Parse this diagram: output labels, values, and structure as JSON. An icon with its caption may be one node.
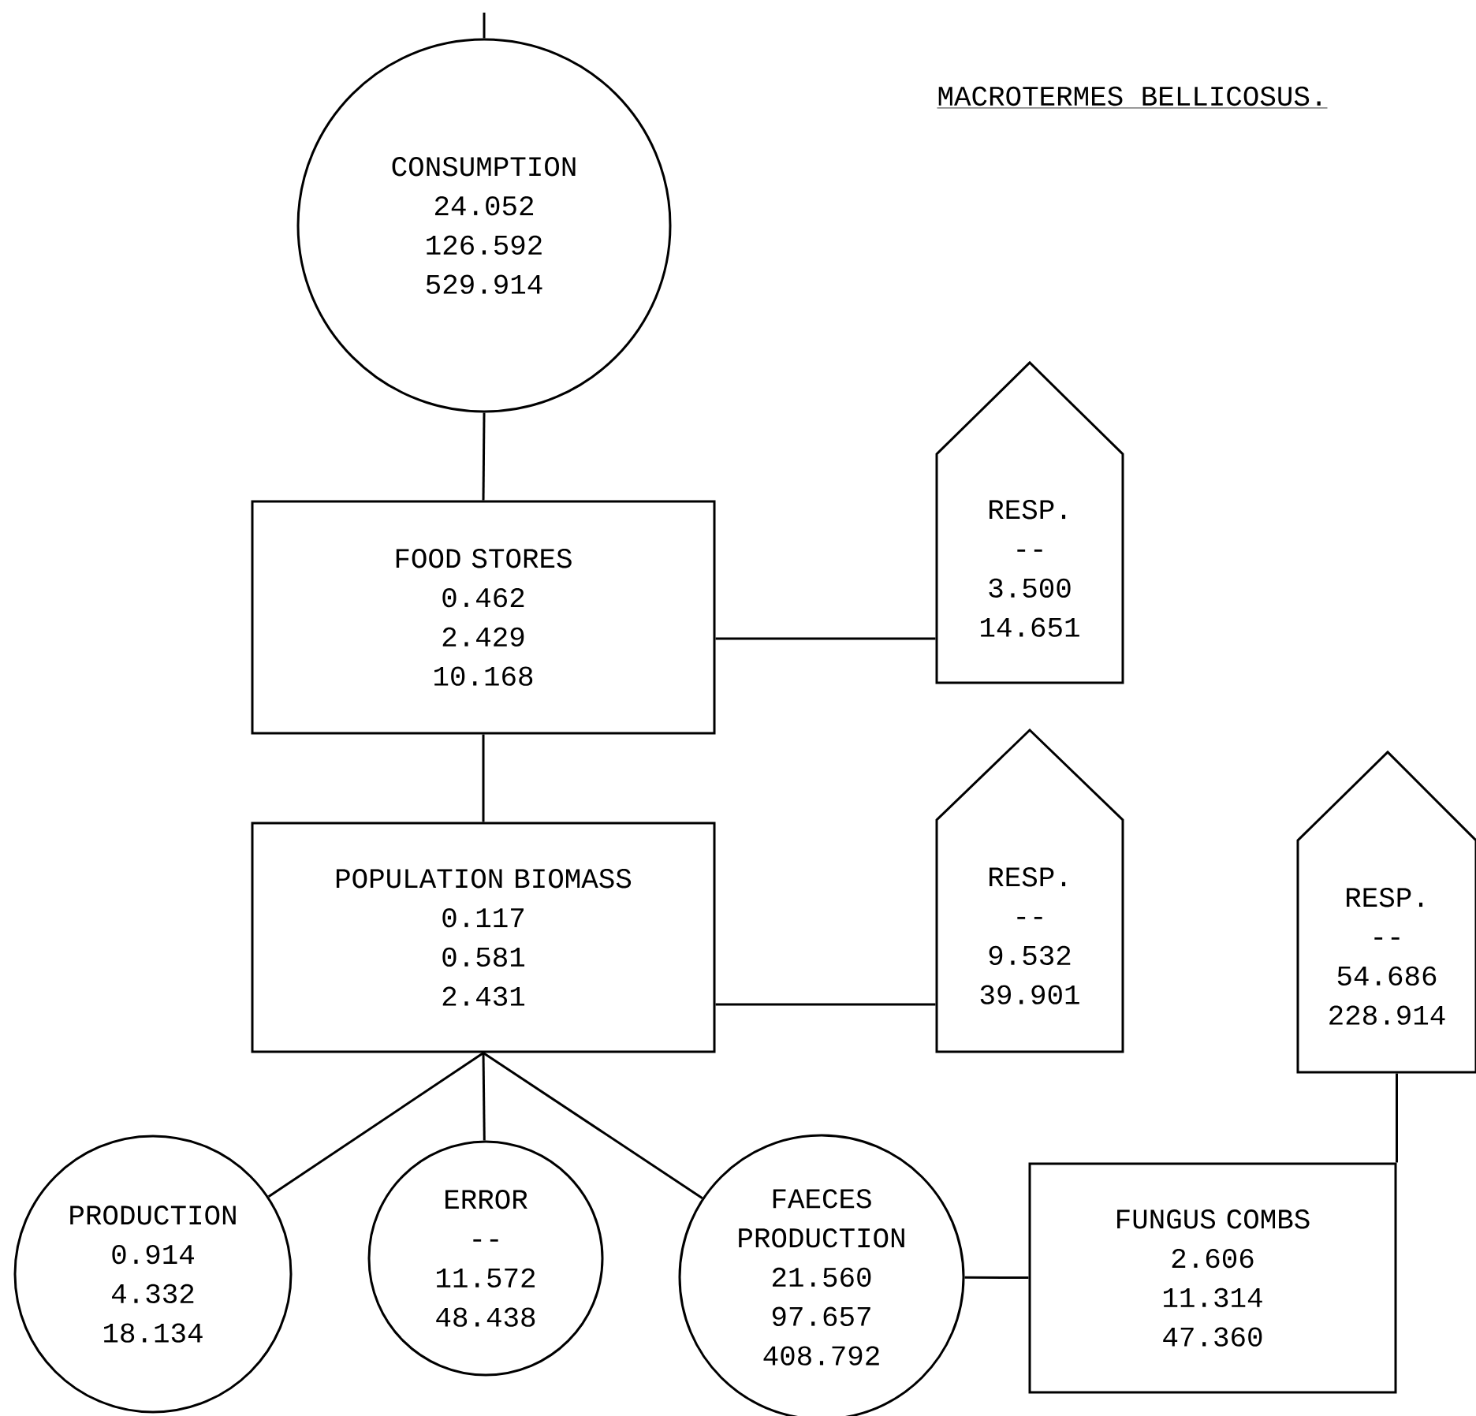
{
  "diagram": {
    "title": "MACROTERMES BELLICOSUS.",
    "nodes": [
      {
        "text": [
          "CONSUMPTION",
          "24.052",
          "126.592",
          "529.914"
        ]
      },
      {
        "text": [
          "FOOD STORES",
          "0.462",
          "2.429",
          "10.168"
        ]
      },
      {
        "text": [
          "RESP.",
          "--",
          "3.500",
          "14.651"
        ]
      },
      {
        "text": [
          "POPULATION BIOMASS",
          "0.117",
          "0.581",
          "2.431"
        ]
      },
      {
        "text": [
          "RESP.",
          "--",
          "9.532",
          "39.901"
        ]
      },
      {
        "text": [
          "RESP.",
          "--",
          "54.686",
          "228.914"
        ]
      },
      {
        "text": [
          "PRODUCTION",
          "0.914",
          "4.332",
          "18.134"
        ]
      },
      {
        "text": [
          "ERROR",
          "--",
          "11.572",
          "48.438"
        ]
      },
      {
        "text": [
          "FAECES PRODUCTION",
          "21.560",
          "97.657",
          "408.792"
        ]
      },
      {
        "text": [
          "FUNGUS COMBS",
          "2.606",
          "11.314",
          "47.360"
        ]
      }
    ],
    "edges": [
      {
        "from": null,
        "to": 0,
        "arrow": "none"
      },
      {
        "from": 0,
        "to": 1,
        "arrow": "none"
      },
      {
        "from": 1,
        "to": 2,
        "arrow": "none"
      },
      {
        "from": 1,
        "to": 3,
        "arrow": "none"
      },
      {
        "from": 3,
        "to": 4,
        "arrow": "none"
      },
      {
        "from": 3,
        "to": 6,
        "arrow": "none"
      },
      {
        "from": 3,
        "to": 7,
        "arrow": "none"
      },
      {
        "from": 3,
        "to": 8,
        "arrow": "none"
      },
      {
        "from": 8,
        "to": 9,
        "arrow": "none"
      },
      {
        "from": 9,
        "to": 5,
        "arrow": "none"
      }
    ]
  }
}
